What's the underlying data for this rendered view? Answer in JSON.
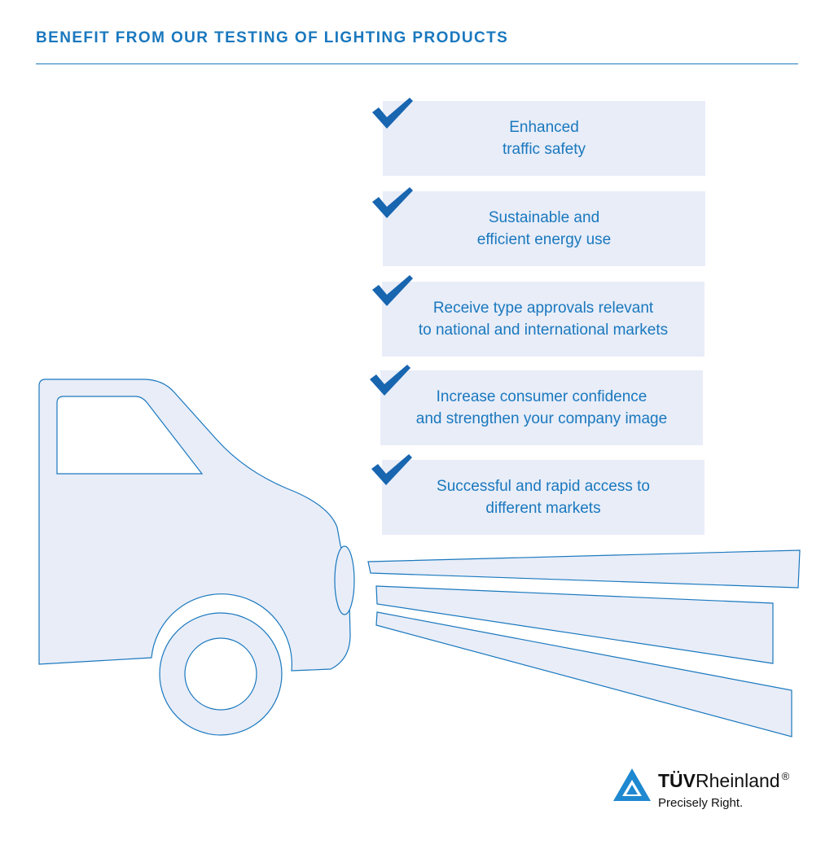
{
  "header": {
    "title": "BENEFIT FROM OUR TESTING OF LIGHTING PRODUCTS"
  },
  "benefits": [
    {
      "line1": "Enhanced",
      "line2": "traffic safety"
    },
    {
      "line1": "Sustainable and",
      "line2": "efficient energy use"
    },
    {
      "line1": "Receive type approvals relevant",
      "line2": "to national and international markets"
    },
    {
      "line1": "Increase consumer confidence",
      "line2": "and strengthen your company image"
    },
    {
      "line1": "Successful and rapid access to",
      "line2": "different markets"
    }
  ],
  "logo": {
    "name_strong": "TÜV",
    "name_rest": "Rheinland",
    "registered": "®",
    "tagline": "Precisely Right."
  },
  "colors": {
    "accent": "#1a78be",
    "box_fill": "#e8edf8",
    "check": "#1865b0",
    "logo_blue": "#1e88d0"
  },
  "icons": [
    "checkmark-icon",
    "truck-illustration",
    "light-beam",
    "tuv-triangle-logo"
  ]
}
